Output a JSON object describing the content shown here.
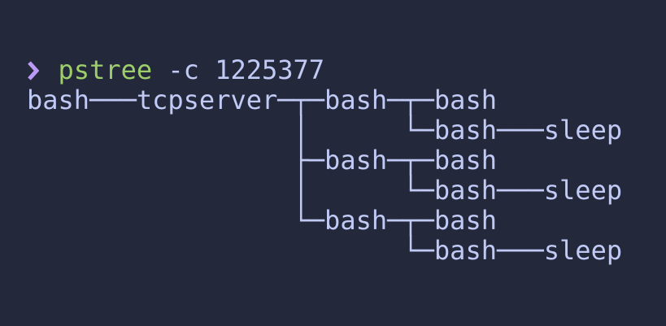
{
  "terminal": {
    "prompt": {
      "symbol": "❯",
      "symbol_icon": "chevron-right-prompt-icon",
      "command": "pstree",
      "args": "-c 1225377"
    },
    "output": {
      "lines": [
        "bash───tcpserver─┬─bash─┬─bash",
        "                 │      └─bash───sleep",
        "                 ├─bash─┬─bash",
        "                 │      └─bash───sleep",
        "                 └─bash─┬─bash",
        "                        └─bash───sleep"
      ]
    }
  },
  "colors": {
    "background": "#24283b",
    "foreground": "#c0caf5",
    "prompt_purple": "#bb9af7",
    "command_green": "#9ece6a"
  }
}
